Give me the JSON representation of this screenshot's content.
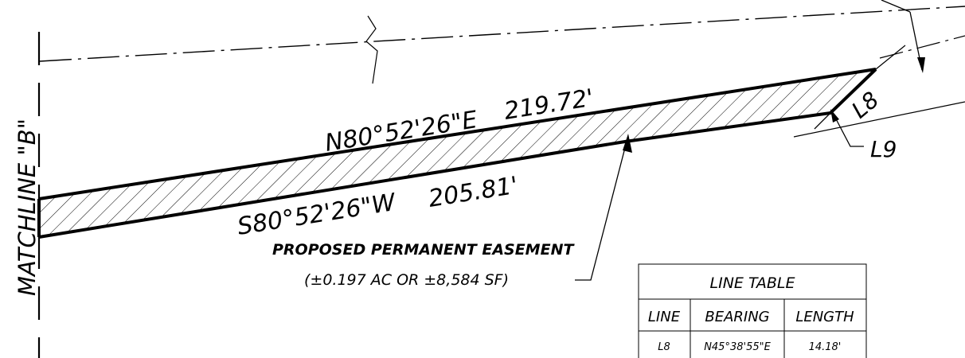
{
  "matchline_label": "MATCHLINE \"B\"",
  "north_bearing_label": "N80°52'26\"E",
  "north_length_label": "219.72'",
  "south_bearing_label": "S80°52'26\"W",
  "south_length_label": "205.81'",
  "easement": {
    "title": "PROPOSED PERMANENT EASEMENT",
    "area": "(±0.197 AC OR ±8,584 SF)"
  },
  "callouts": {
    "l8": "L8",
    "l9": "L9"
  },
  "line_table": {
    "title": "LINE TABLE",
    "headers": [
      "LINE",
      "BEARING",
      "LENGTH"
    ],
    "rows": [
      {
        "line": "L8",
        "bearing": "N45°38'55\"E",
        "length": "14.18'"
      }
    ]
  },
  "colors": {
    "linework": "#000000",
    "background": "#ffffff"
  }
}
